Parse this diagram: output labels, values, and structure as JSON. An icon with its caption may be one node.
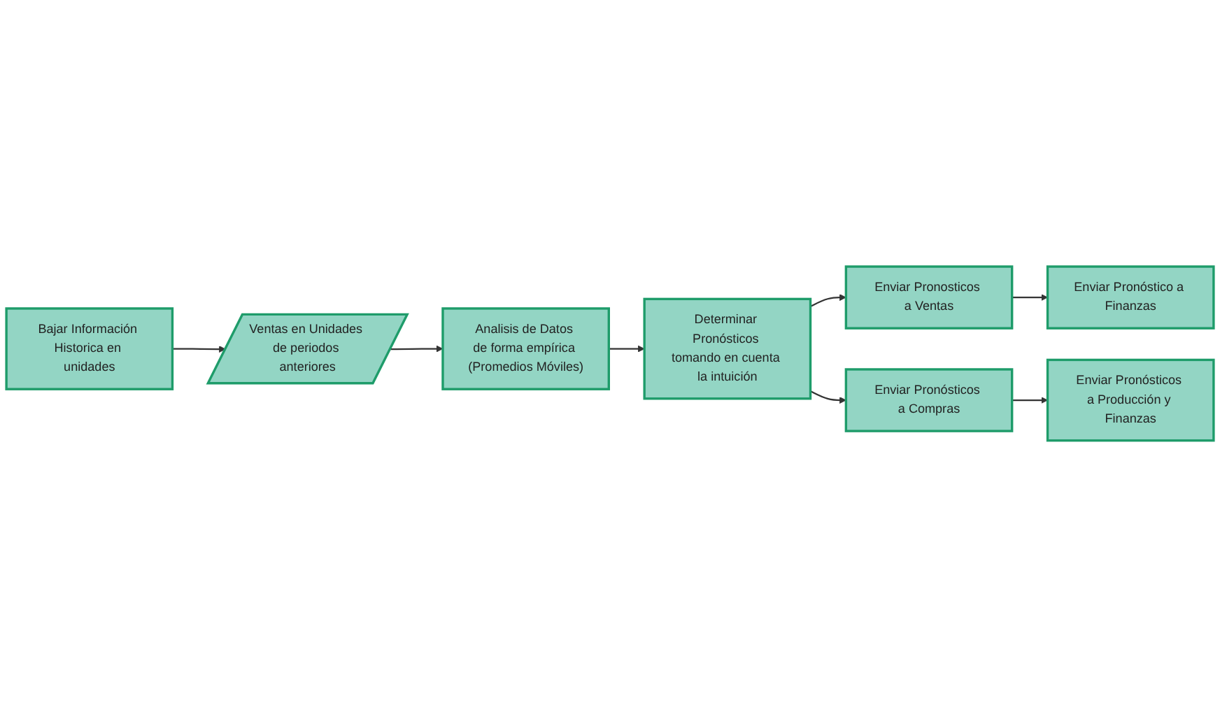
{
  "diagram": {
    "nodes": [
      {
        "text": [
          "Bajar Información Historica en unidades"
        ]
      },
      {
        "text": [
          "Ventas en Unidades de periodos anteriores"
        ]
      },
      {
        "text": [
          "Enviar Pronosticos a Ventas"
        ]
      },
      {
        "text": [
          "Enviar Pronóstico a Finanzas"
        ]
      },
      {
        "text": [
          "Analisis de Datos de forma empírica (Promedios Móviles)"
        ]
      },
      {
        "text": [
          "Determinar Pronósticos tomando en cuenta la intuición"
        ]
      },
      {
        "text": [
          "Enviar Pronósticos a Compras"
        ]
      },
      {
        "text": [
          "Enviar Pronósticos a Producción y Finanzas"
        ]
      }
    ],
    "edges": [
      {
        "from": 0,
        "to": 1,
        "arrow": "to"
      },
      {
        "from": 1,
        "to": 4,
        "arrow": "to"
      },
      {
        "from": 4,
        "to": 5,
        "arrow": "to"
      },
      {
        "from": 5,
        "to": 2,
        "arrow": "to"
      },
      {
        "from": 2,
        "to": 3,
        "arrow": "to"
      },
      {
        "from": 5,
        "to": 6,
        "arrow": "to"
      },
      {
        "from": 6,
        "to": 7,
        "arrow": "to"
      }
    ]
  }
}
